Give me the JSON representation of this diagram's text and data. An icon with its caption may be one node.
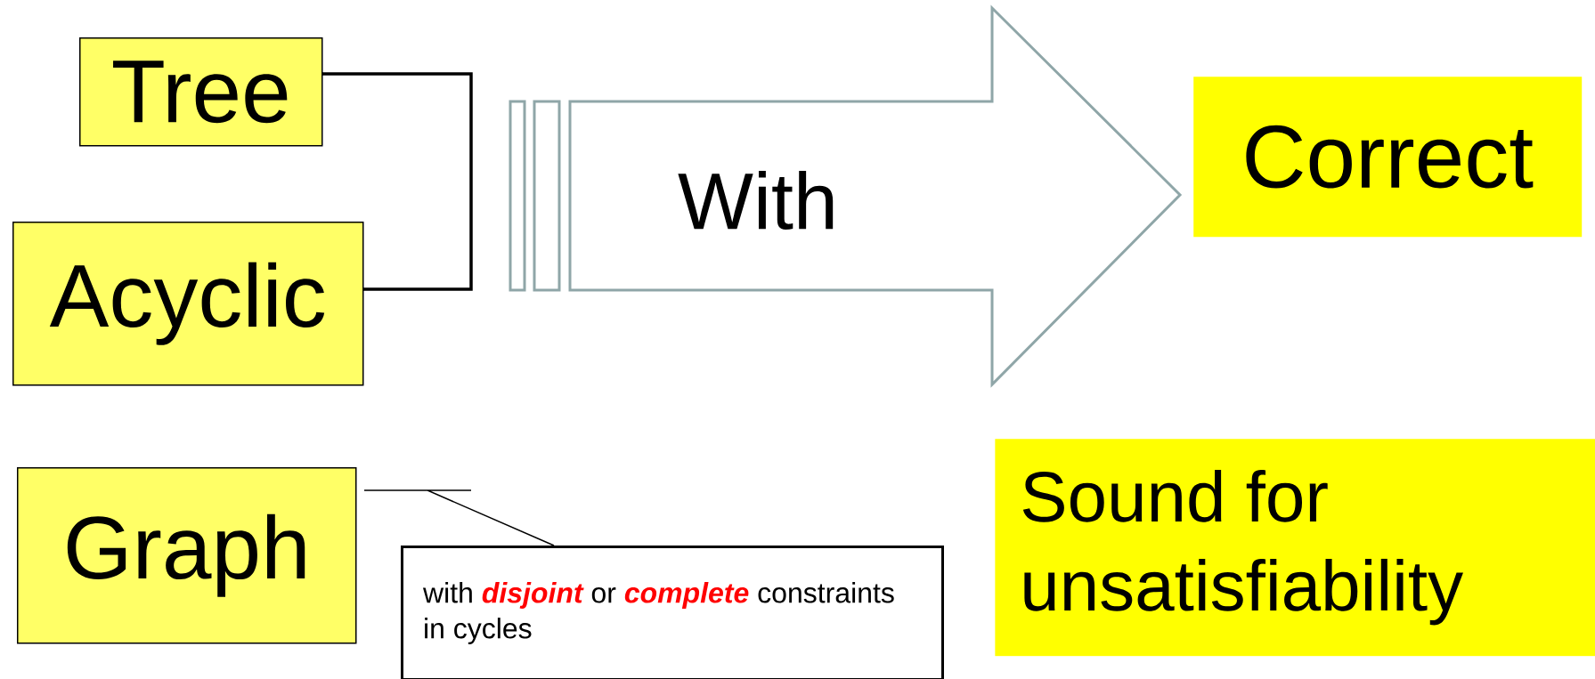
{
  "diagram": {
    "nodes": [
      {
        "text": [
          "Tree"
        ]
      },
      {
        "text": [
          "Acyclic"
        ]
      },
      {
        "text": [
          "Graph"
        ]
      },
      {
        "text": [
          "With"
        ]
      },
      {
        "text": [
          "Correct"
        ]
      },
      {
        "text": [
          "Sound for unsatisfiability"
        ]
      },
      {
        "text": [
          "with **disjoint** or **complete** constraints in cycles"
        ]
      }
    ],
    "edges": [
      {
        "from": 0,
        "to": 1,
        "arrow": "none"
      },
      {
        "from": 2,
        "to": 6,
        "arrow": "none"
      }
    ]
  }
}
